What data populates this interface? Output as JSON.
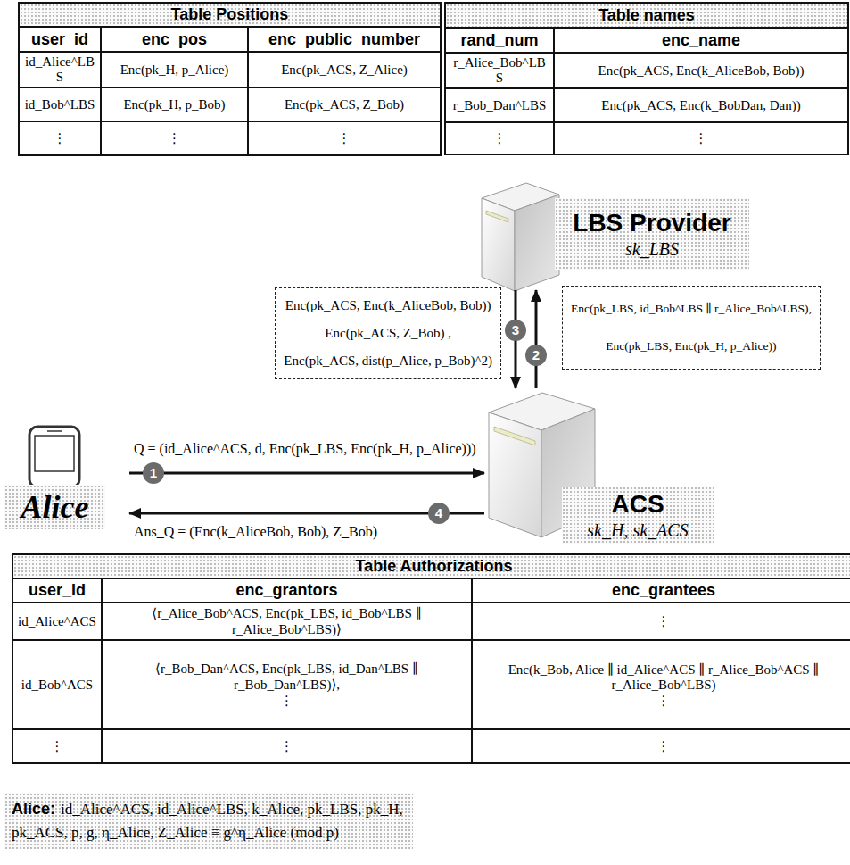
{
  "diagram": {
    "nodes": [
      {
        "text": [
          "Table Positions",
          "user_id",
          "enc_pos",
          "enc_public_number",
          "id_Alice^LBS",
          "Enc(pk_H, p_Alice)",
          "Enc(pk_ACS, Z_Alice)",
          "id_Bob^LBS",
          "Enc(pk_H, p_Bob)",
          "Enc(pk_ACS, Z_Bob)",
          "⋮",
          "⋮",
          "⋮"
        ]
      },
      {
        "text": [
          "Table names",
          "rand_num",
          "enc_name",
          "r_Alice_Bob^LBS",
          "Enc(pk_ACS, Enc(k_AliceBob, Bob))",
          "r_Bob_Dan^LBS",
          "Enc(pk_ACS, Enc(k_BobDan, Dan))",
          "⋮",
          "⋮"
        ]
      },
      {
        "text": [
          "LBS Provider",
          "sk_LBS"
        ]
      },
      {
        "text": [
          "Enc(pk_ACS, Enc(k_AliceBob, Bob))",
          "Enc(pk_ACS, Z_Bob) ,",
          "Enc(pk_ACS, dist(p_Alice, p_Bob)^2)"
        ]
      },
      {
        "text": [
          "Enc(pk_LBS, id_Bob^LBS ∥ r_Alice_Bob^LBS),",
          "Enc(pk_LBS, Enc(pk_H, p_Alice))"
        ]
      },
      {
        "text": [
          "Alice"
        ]
      },
      {
        "text": [
          "ACS",
          "sk_H, sk_ACS"
        ]
      },
      {
        "text": [
          "Table Authorizations",
          "user_id",
          "enc_grantors",
          "enc_grantees",
          "id_Alice^ACS",
          "⟨r_Alice_Bob^ACS, Enc(pk_LBS, id_Bob^LBS ∥ r_Alice_Bob^LBS)⟩",
          "⋮",
          "id_Bob^ACS",
          "⟨r_Bob_Dan^ACS, Enc(pk_LBS, id_Dan^LBS ∥ r_Bob_Dan^LBS)⟩,",
          "⋮",
          "Enc(k_Bob, Alice ∥ id_Alice^ACS ∥ r_Alice_Bob^ACS ∥ r_Alice_Bob^LBS)",
          "⋮",
          "⋮",
          "⋮",
          "⋮"
        ]
      },
      {
        "text": [
          "Alice:",
          "id_Alice^ACS, id_Alice^LBS, k_Alice, pk_LBS, pk_H, pk_ACS, p, g, η_Alice, Z_Alice ≡ g^η_Alice (mod p)"
        ]
      }
    ],
    "edges": [
      {
        "from": 5,
        "to": 6,
        "arrow": "to",
        "label": "Q = (id_Alice^ACS, d, Enc(pk_LBS, Enc(pk_H, p_Alice)))"
      },
      {
        "from": 6,
        "to": 2,
        "arrow": "to"
      },
      {
        "from": 2,
        "to": 6,
        "arrow": "to"
      },
      {
        "from": 6,
        "to": 5,
        "arrow": "to",
        "label": "Ans_Q = (Enc(k_AliceBob, Bob), Z_Bob)"
      }
    ],
    "labels": [
      "1",
      "2",
      "3",
      "4"
    ]
  }
}
